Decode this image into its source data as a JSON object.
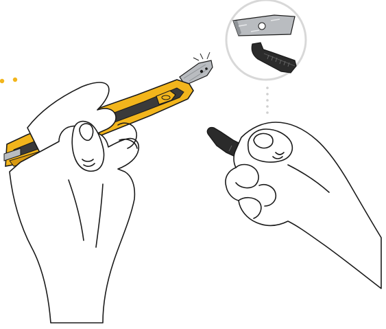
{
  "colors": {
    "background": "#ffffff",
    "outline": "#1a1a1a",
    "knife_yellow": "#f2b51c",
    "knife_yellow_dark": "#d99a12",
    "knife_grip": "#3a3a3a",
    "blade_grey": "#b9bcc0",
    "blade_grey_dark": "#8e9296",
    "hint_dots_orange": "#f2b51c",
    "callout_circle": "#d8d8d8",
    "tool_black": "#2b2b2b"
  },
  "icons": {
    "left_hand": "left-hand-holding-knife-illustration",
    "utility_knife": "snap-off-utility-knife-icon",
    "right_hand": "right-hand-holding-snap-tool-illustration",
    "snap_tool": "blade-snap-tool-icon",
    "callout": "blade-snap-detail-callout",
    "motion_dots": "motion-hint-dots"
  }
}
